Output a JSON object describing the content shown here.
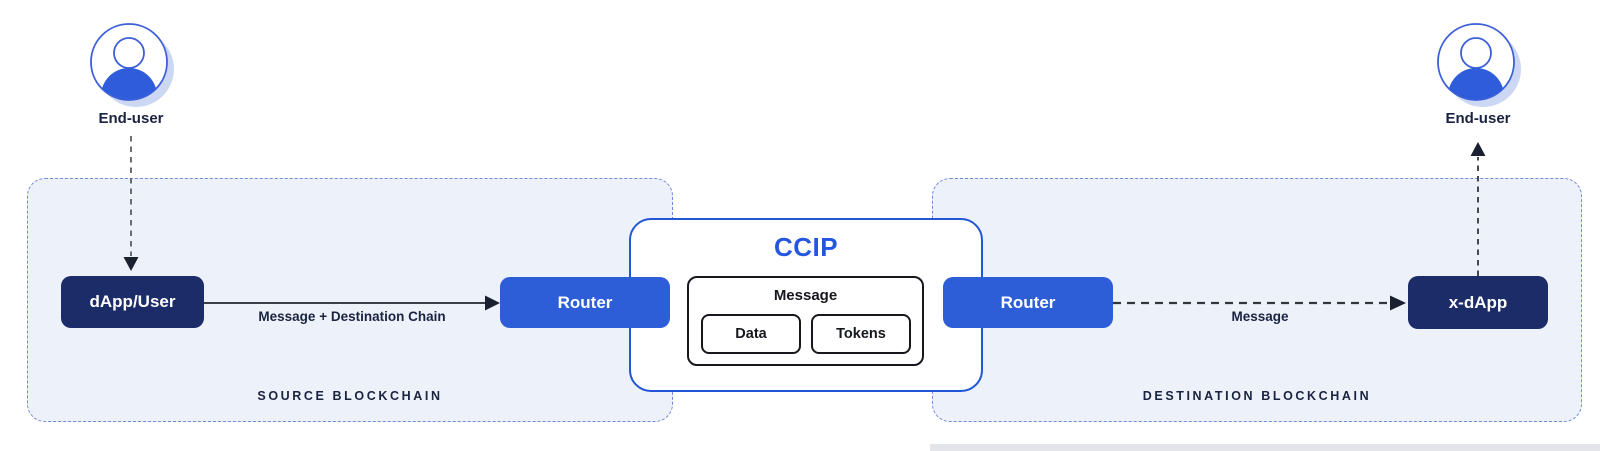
{
  "diagram": {
    "end_users": {
      "left_label": "End-user",
      "right_label": "End-user"
    },
    "source_region": {
      "label": "SOURCE BLOCKCHAIN",
      "nodes": {
        "dapp": "dApp/User",
        "router": "Router"
      }
    },
    "destination_region": {
      "label": "DESTINATION BLOCKCHAIN",
      "nodes": {
        "router": "Router",
        "xdapp": "x-dApp"
      }
    },
    "ccip_box": {
      "title": "CCIP",
      "message": {
        "label": "Message",
        "data": "Data",
        "tokens": "Tokens"
      }
    },
    "edges": {
      "dapp_to_router_label": "Message + Destination Chain",
      "router_to_xdapp_label": "Message"
    },
    "colors": {
      "navy_node": "#1b2c68",
      "blue_node": "#2e5dd8",
      "ccip_border": "#2156d6",
      "ccip_title": "#2456e0",
      "region_fill": "#edf1fa",
      "region_border": "#7388d8",
      "text_dark": "#1a2340",
      "avatar_blue": "#2e5cdb",
      "avatar_shadow": "#ccd8f3"
    }
  }
}
